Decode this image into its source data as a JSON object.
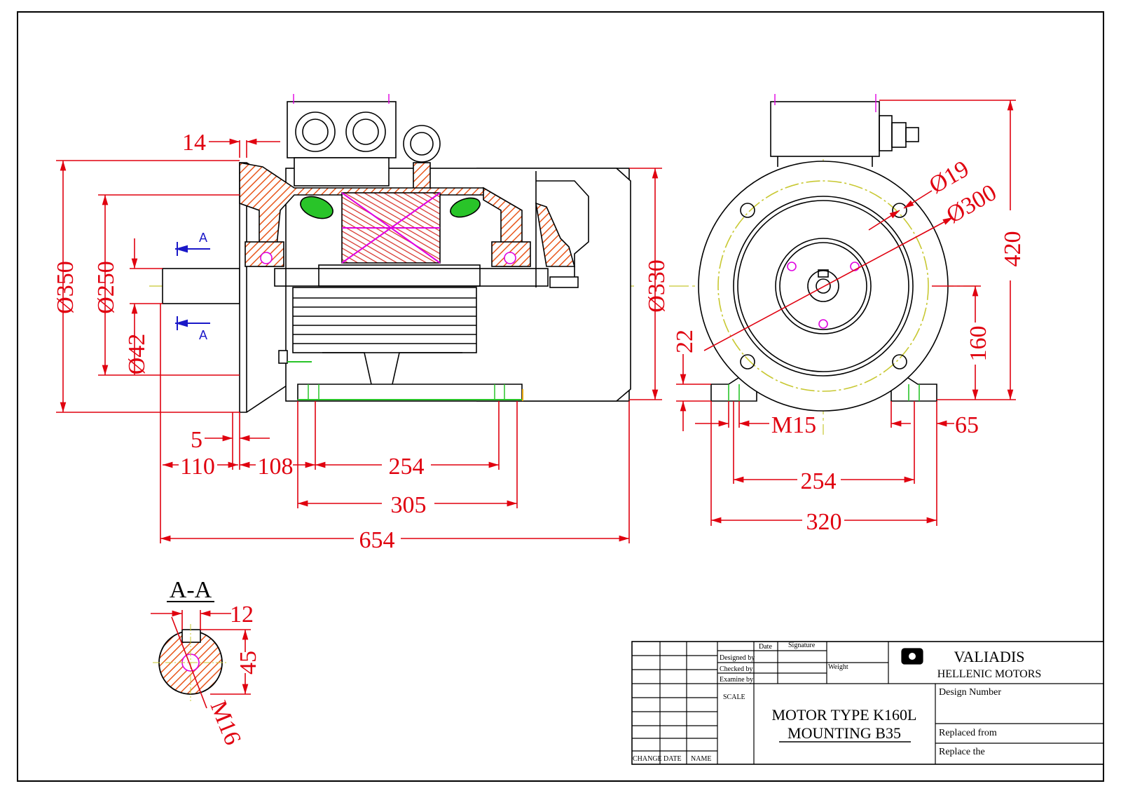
{
  "dimensions": {
    "side_view": {
      "d_14": "14",
      "d_350": "Ø350",
      "d_250": "Ø250",
      "d_42": "Ø42",
      "d_330": "Ø330",
      "d_5": "5",
      "d_110": "110",
      "d_108": "108",
      "d_254": "254",
      "d_305": "305",
      "d_654": "654",
      "section_a": "A"
    },
    "front_view": {
      "d_19": "Ø19",
      "d_300": "Ø300",
      "d_420": "420",
      "d_160": "160",
      "d_22": "22",
      "d_m15": "M15",
      "d_65": "65",
      "d_254": "254",
      "d_320": "320"
    },
    "section_view": {
      "title": "A-A",
      "d_12": "12",
      "d_45": "45",
      "d_m16": "M16"
    }
  },
  "title_block": {
    "headers": {
      "date": "Date",
      "signature": "Signature",
      "weight": "Weight"
    },
    "rows": {
      "designed_by": "Designed by",
      "checked_by": "Checked by",
      "examined_by": "Examine by",
      "scale": "SCALE"
    },
    "change_cols": [
      "CHANGE",
      "DATE",
      "NAME"
    ],
    "company": {
      "name": "VALIADIS",
      "subtitle": "HELLENIC MOTORS"
    },
    "motor_type": "MOTOR TYPE K160L",
    "mounting": "MOUNTING   B35",
    "design_number": "Design Number",
    "replaced_from": "Replaced from",
    "replace_the": "Replace the"
  },
  "colors": {
    "dimension": "#e0000f",
    "outline": "#000000",
    "section_marker": "#1a18c8",
    "hatch": "#e8561b",
    "rotor": "#e000e0",
    "rubber": "#29c429",
    "centerline": "#c8c832"
  }
}
